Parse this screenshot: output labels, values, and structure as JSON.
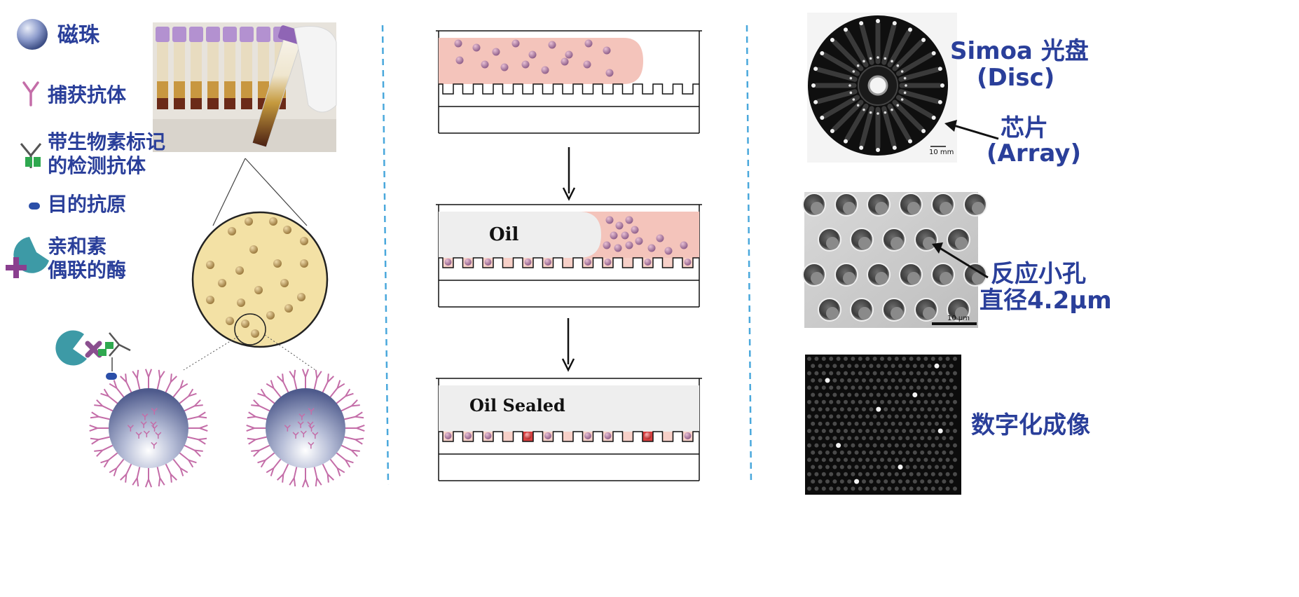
{
  "legend": {
    "bead": "磁珠",
    "capture_antibody": "捕获抗体",
    "detection_antibody_line1": "带生物素标记",
    "detection_antibody_line2": "的检测抗体",
    "target_antigen": "目的抗原",
    "enzyme_line1": "亲和素",
    "enzyme_line2": "偶联的酶"
  },
  "channel": {
    "oil_label": "Oil",
    "oil_sealed_label": "Oil Sealed"
  },
  "right": {
    "disc_title_line1": "Simoa 光盘",
    "disc_title_line2": "(Disc)",
    "array_line1": "芯片",
    "array_line2": "(Array)",
    "wells_line1": "反应小孔",
    "wells_line2": "直径4.2μm",
    "imaging": "数字化成像",
    "disc_scale": "10 mm",
    "sem_scale": "10 μm"
  },
  "colors": {
    "label_blue": "#2a3f9a",
    "divider": "#4aa8dc",
    "sample_pink": "#f4c4bb",
    "oil_gray": "#eeeeee",
    "signal_red": "#d94040",
    "bead_purple": "#8f5f8a",
    "tube_cap": "#a985c9",
    "plasma_yellow": "#f3e1a5",
    "enzyme_teal": "#3d9aa6"
  }
}
